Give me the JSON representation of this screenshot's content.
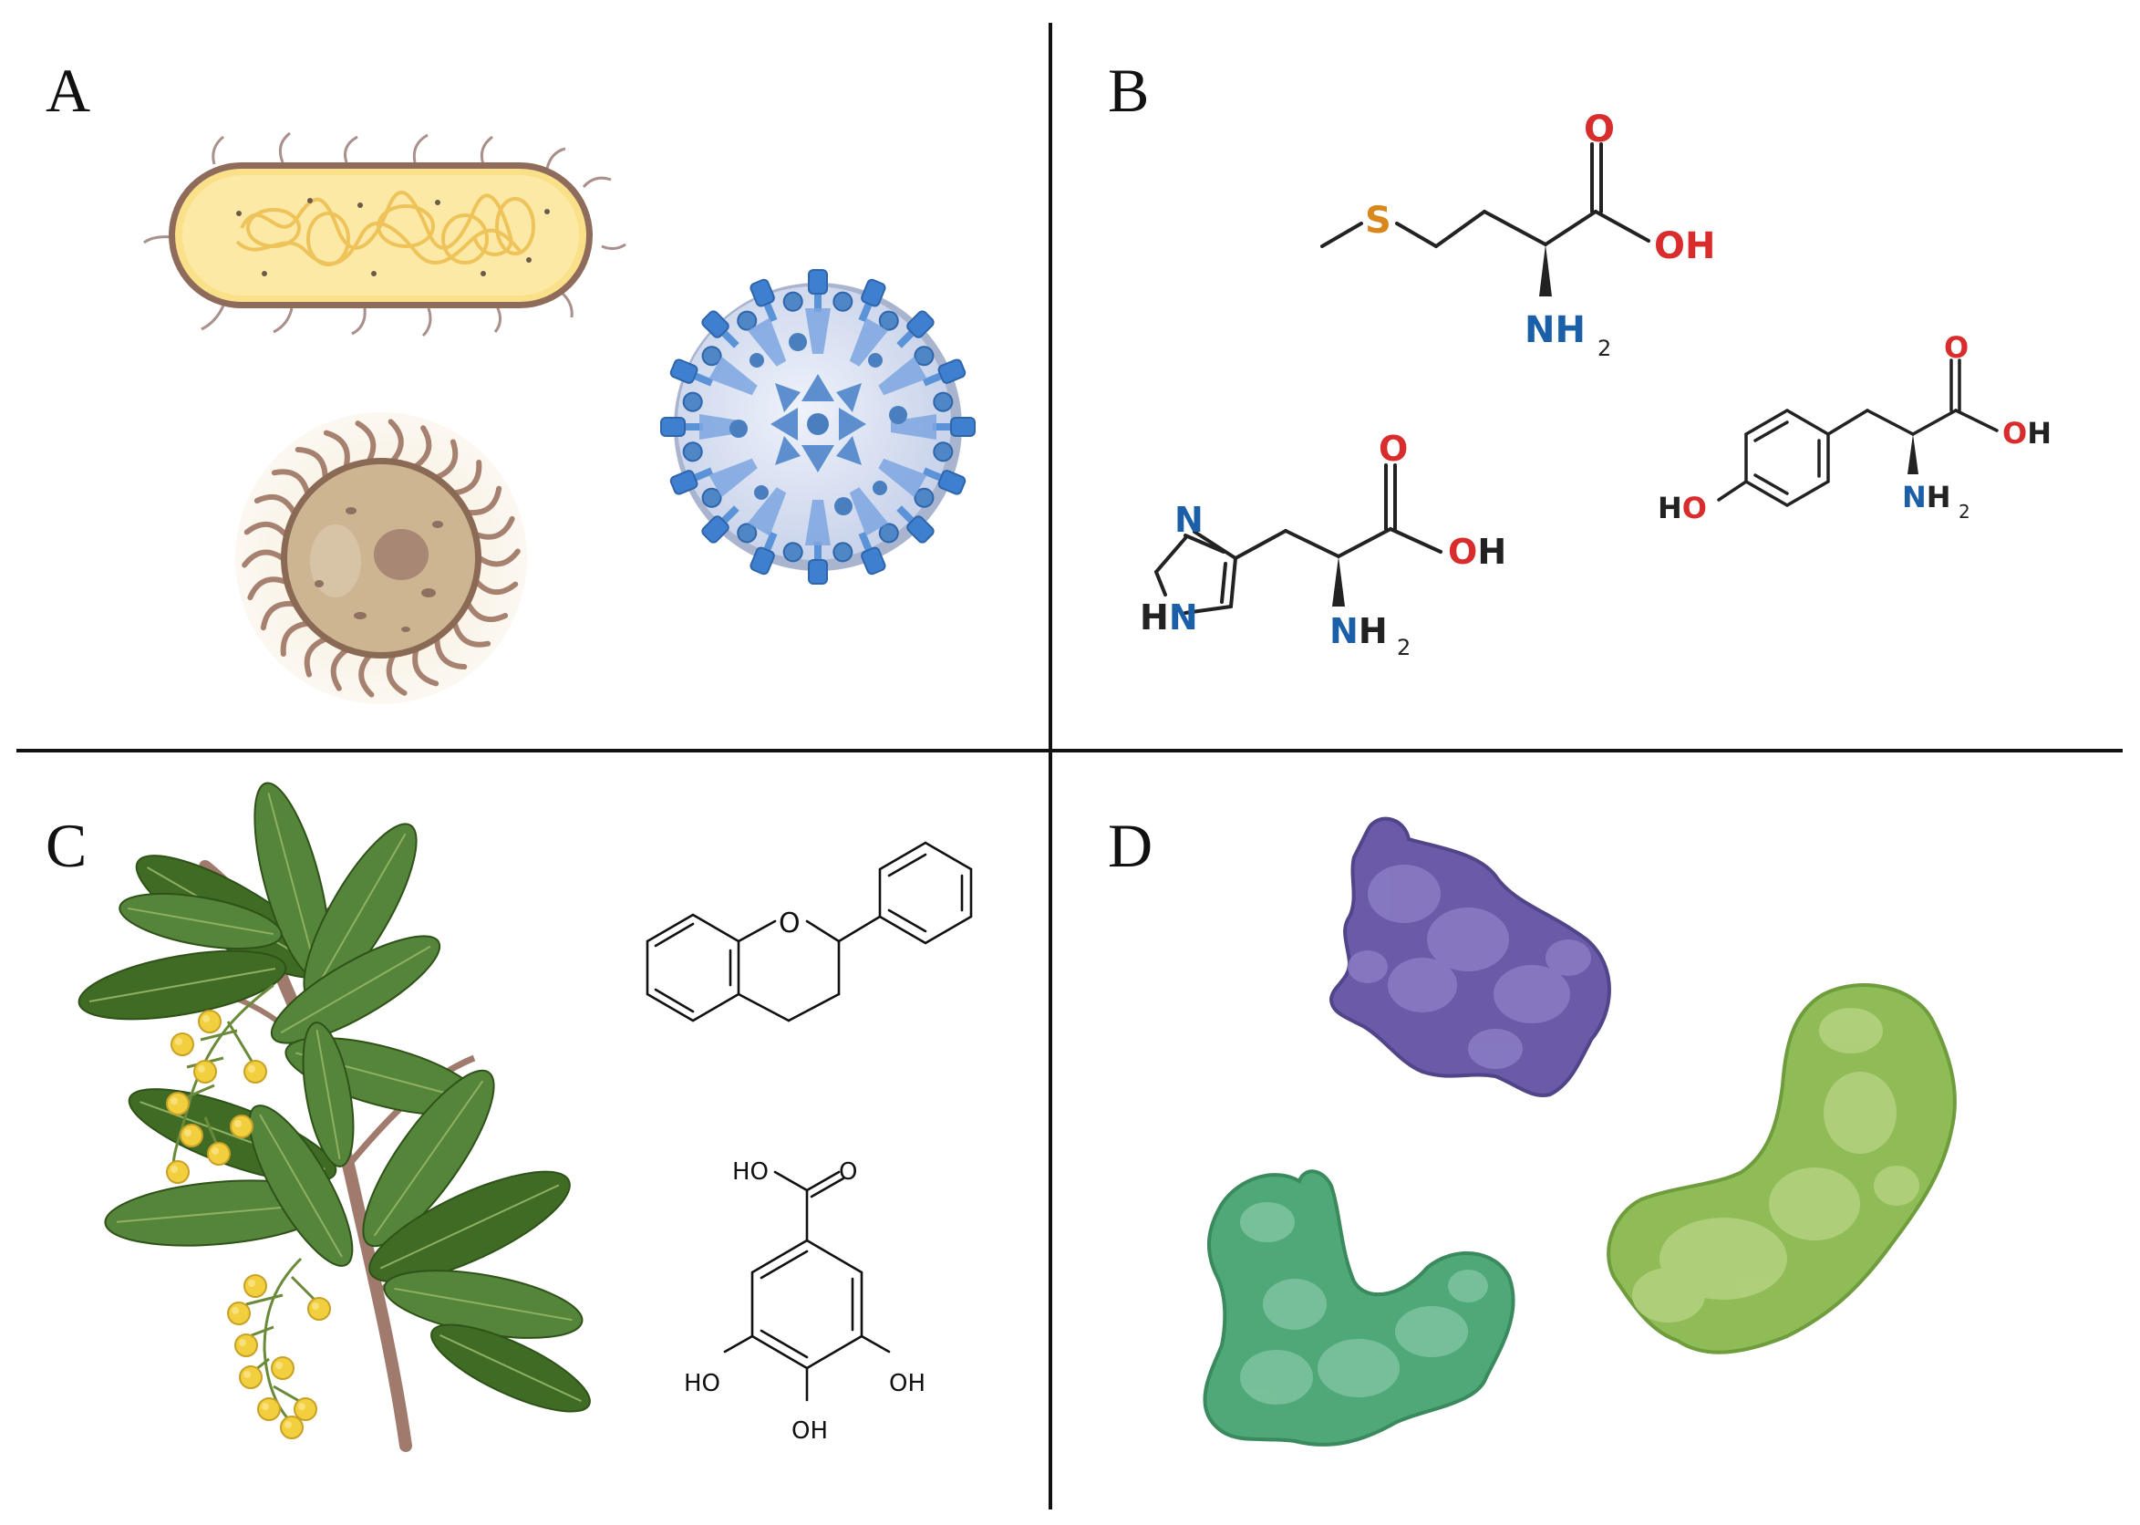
{
  "panels": {
    "a": {
      "letter": "A"
    },
    "b": {
      "letter": "B"
    },
    "c": {
      "letter": "C"
    },
    "d": {
      "letter": "D"
    }
  },
  "molecules": {
    "methionine": {
      "sulfur": "S",
      "carbonyl_o": "O",
      "hydroxyl": "OH",
      "amine": "NH",
      "amine_sub": "2"
    },
    "histidine": {
      "ring_n": "N",
      "ring_nh": "HN",
      "carbonyl_o": "O",
      "hydroxyl": "OH",
      "amine": "NH",
      "amine_sub": "2"
    },
    "tyrosine": {
      "phenol": "HO",
      "carbonyl_o": "O",
      "hydroxyl": "OH",
      "amine": "NH",
      "amine_sub": "2"
    },
    "flavan": {
      "ring_o": "O"
    },
    "gallic_acid": {
      "acid_ho": "HO",
      "acid_o": "O",
      "oh_left": "HO",
      "oh_right": "OH",
      "oh_bottom": "OH"
    }
  },
  "colors": {
    "oxygen": "#d92c2c",
    "nitrogen": "#1b5fa8",
    "sulfur": "#d9861a",
    "carbon": "#222222",
    "bacterium_fill": "#fbe08a",
    "virus_blue": "#4a8fdc",
    "cell_brown": "#cdb592",
    "leaf_green": "#4e7a2c",
    "flower_yellow": "#f2cf3e",
    "protein_purple": "#7a6cb6",
    "protein_teal": "#5bb08a",
    "protein_lime": "#9cc25c"
  },
  "icons": {
    "bacterium": "bacterium-icon",
    "virus": "virus-icon",
    "fungal_cell": "fungal-spore-icon",
    "plant": "barberry-plant-icon",
    "proteins": "protein-blob-icon"
  }
}
